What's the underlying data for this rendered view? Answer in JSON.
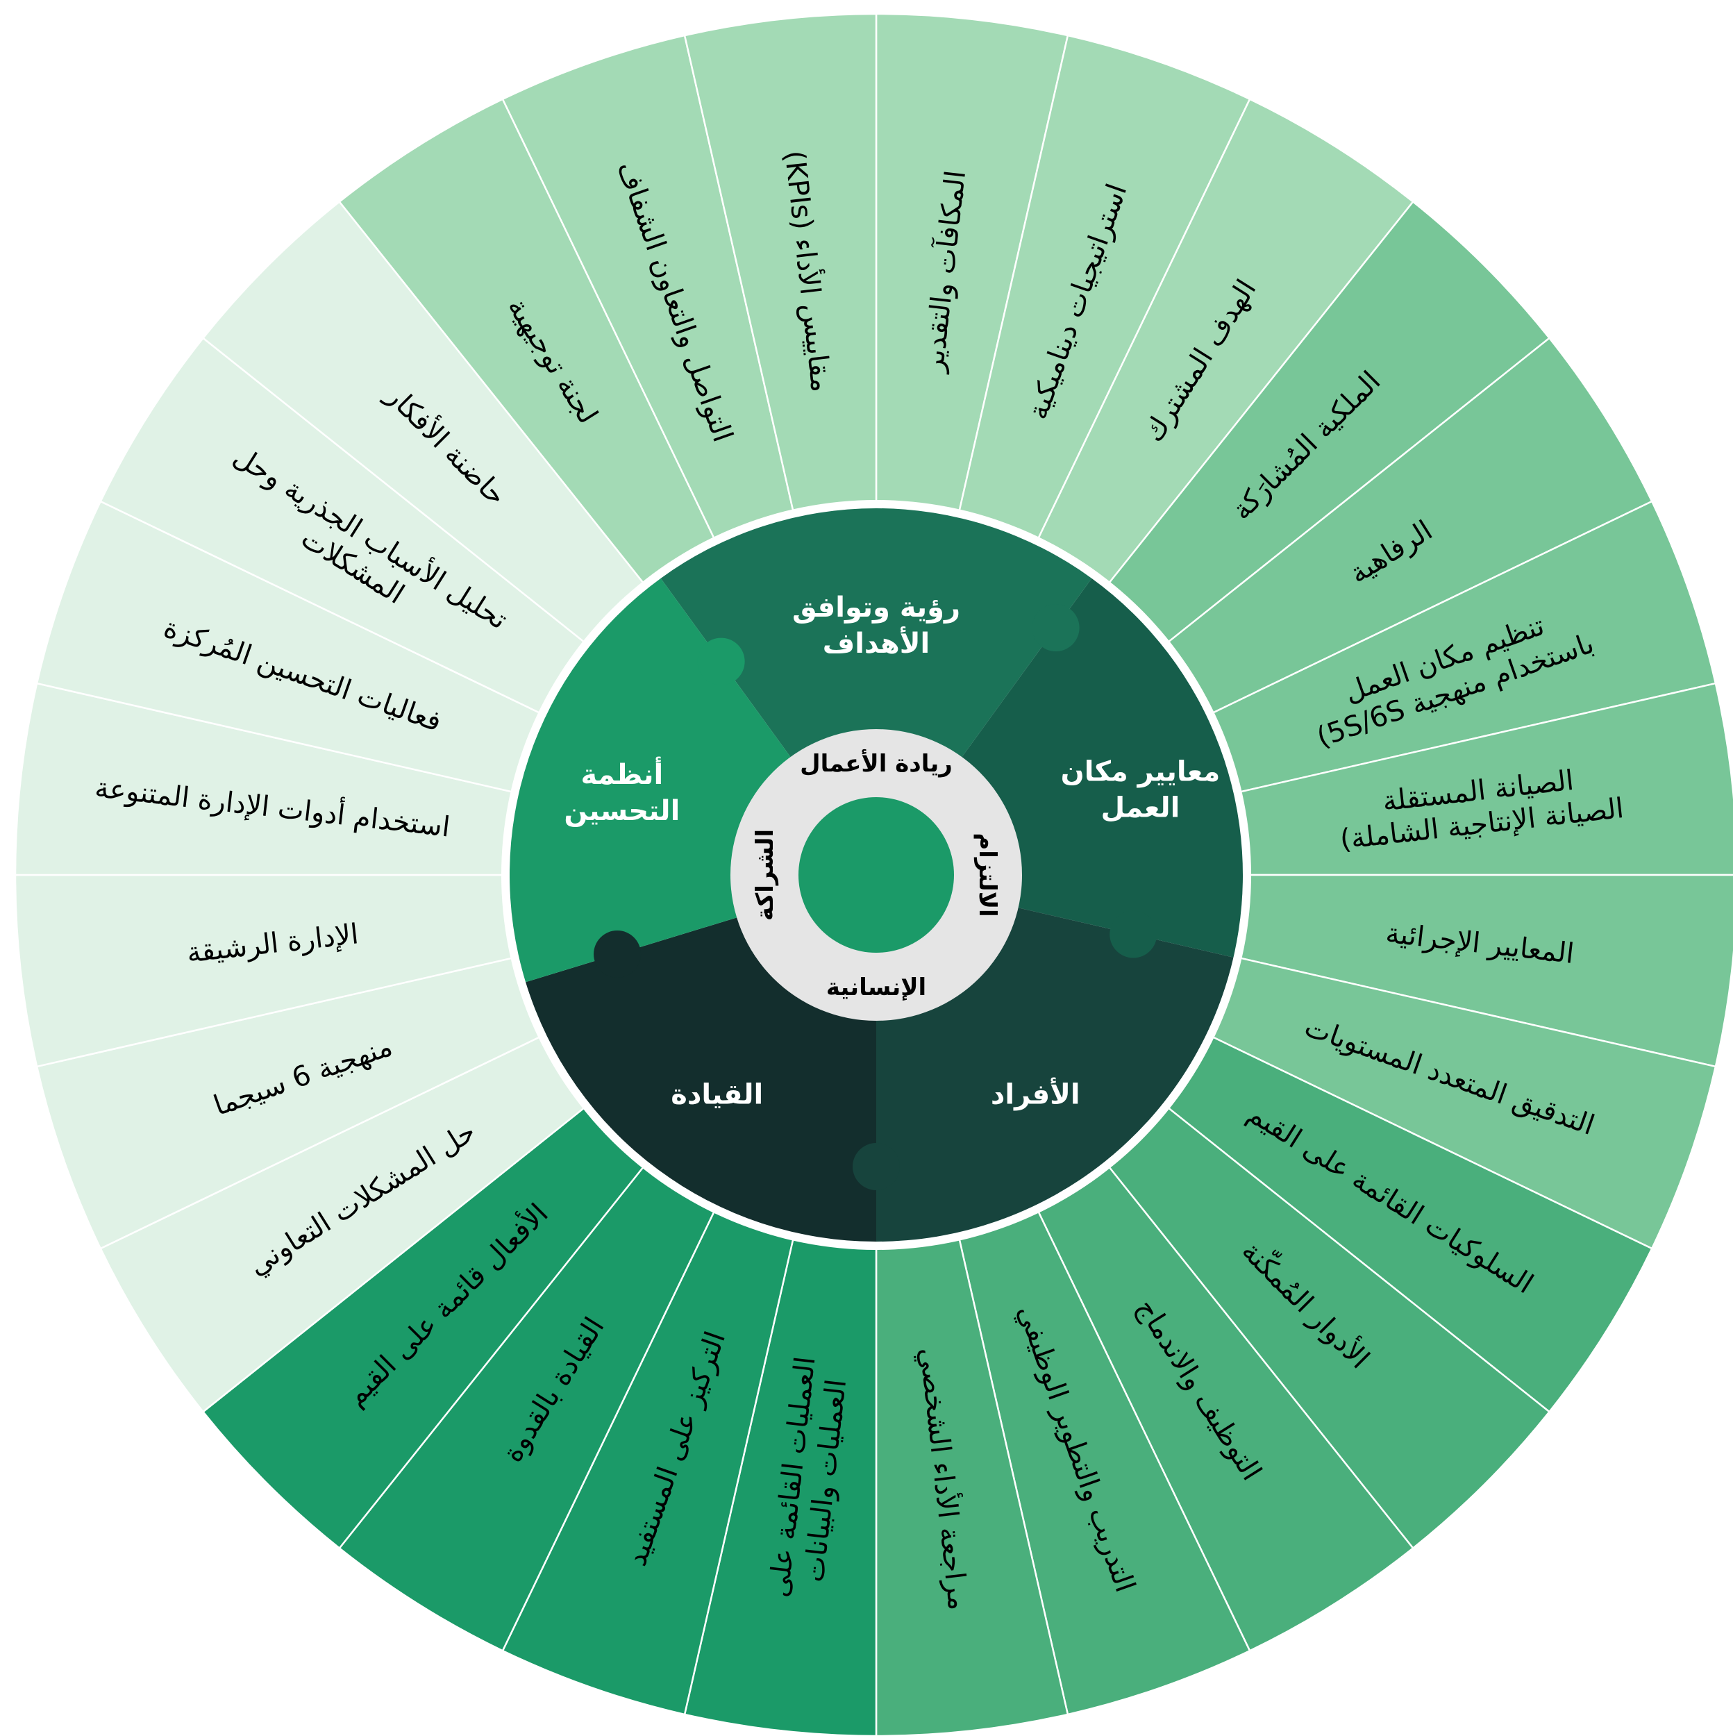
{
  "colors": {
    "vision": "#a3dab5",
    "workplace": "#78c698",
    "people": "#4aaf7c",
    "leadership": "#1b9a68",
    "improvement": "#e0f2e6",
    "pillar_vision": "#1b7358",
    "pillar_workplace": "#165e4b",
    "pillar_people": "#17443d",
    "pillar_leadership": "#132e2d",
    "pillar_improvement": "#1b9a68",
    "ring": "#e5e5e5",
    "center": "#1b9a68",
    "divider": "#ffffff"
  },
  "pillars": [
    {
      "id": "vision",
      "label_lines": [
        "رؤية وتوافق",
        "الأهداف"
      ]
    },
    {
      "id": "workplace",
      "label_lines": [
        "معايير مكان",
        "العمل"
      ]
    },
    {
      "id": "people",
      "label_lines": [
        "الأفراد"
      ]
    },
    {
      "id": "leadership",
      "label_lines": [
        "القيادة"
      ]
    },
    {
      "id": "improvement",
      "label_lines": [
        "أنظمة",
        "التحسين"
      ]
    }
  ],
  "core_ring": [
    {
      "id": "business",
      "label": "ريادة الأعمال"
    },
    {
      "id": "commitment",
      "label": "الالتزام"
    },
    {
      "id": "humanity",
      "label": "الإنسانية"
    },
    {
      "id": "partnership",
      "label": "الشراكة"
    }
  ],
  "outer_segments": [
    {
      "group": "vision",
      "lines": [
        "المكافآت والتقدير"
      ]
    },
    {
      "group": "vision",
      "lines": [
        "استراتيجيات ديناميكية"
      ]
    },
    {
      "group": "vision",
      "lines": [
        "الهدف المشترك"
      ]
    },
    {
      "group": "workplace",
      "lines": [
        "الملكية المُشارَكة"
      ]
    },
    {
      "group": "workplace",
      "lines": [
        "الرفاهية"
      ]
    },
    {
      "group": "workplace",
      "lines": [
        "تنظيم مكان العمل",
        "باستخدام منهجية 5S/6S)"
      ]
    },
    {
      "group": "workplace",
      "lines": [
        "الصيانة المستقلة",
        "الصيانة الإنتاجية الشاملة)"
      ]
    },
    {
      "group": "workplace",
      "lines": [
        "المعايير الإجرائية"
      ]
    },
    {
      "group": "workplace",
      "lines": [
        "التدقيق المتعدد المستويات"
      ]
    },
    {
      "group": "people",
      "lines": [
        "السلوكيات القائمة على القيم"
      ]
    },
    {
      "group": "people",
      "lines": [
        "الأدوار المُمكّنة"
      ]
    },
    {
      "group": "people",
      "lines": [
        "التوظيف والاندماج"
      ]
    },
    {
      "group": "people",
      "lines": [
        "التدريب والتطوير الوظيفي"
      ]
    },
    {
      "group": "people",
      "lines": [
        "مراجعة الأداء الشخصي"
      ]
    },
    {
      "group": "leadership",
      "lines": [
        "العمليات القائمة على",
        "العمليات والبيانات"
      ]
    },
    {
      "group": "leadership",
      "lines": [
        "التركيز على المستفيد"
      ]
    },
    {
      "group": "leadership",
      "lines": [
        "القيادة بالقدوة"
      ]
    },
    {
      "group": "leadership",
      "lines": [
        "الأفعال قائمة على القيم"
      ]
    },
    {
      "group": "improvement",
      "lines": [
        "حل المشكلات التعاوني"
      ]
    },
    {
      "group": "improvement",
      "lines": [
        "منهجية 6 سيجما"
      ]
    },
    {
      "group": "improvement",
      "lines": [
        "الإدارة الرشيقة"
      ]
    },
    {
      "group": "improvement",
      "lines": [
        "استخدام أدوات الإدارة المتنوعة"
      ]
    },
    {
      "group": "improvement",
      "lines": [
        "فعاليات التحسين المُركزة"
      ]
    },
    {
      "group": "improvement",
      "lines": [
        "تحليل الأسباب الجذرية وحل",
        "المشكلات"
      ]
    },
    {
      "group": "improvement",
      "lines": [
        "حاضنة الأفكار"
      ]
    },
    {
      "group": "vision",
      "lines": [
        "لجنة توجيهية"
      ]
    },
    {
      "group": "vision",
      "lines": [
        "التواصل والتعاون الشفاف"
      ]
    },
    {
      "group": "vision",
      "lines": [
        "مقاييس الأداء (KPIs)"
      ]
    }
  ]
}
